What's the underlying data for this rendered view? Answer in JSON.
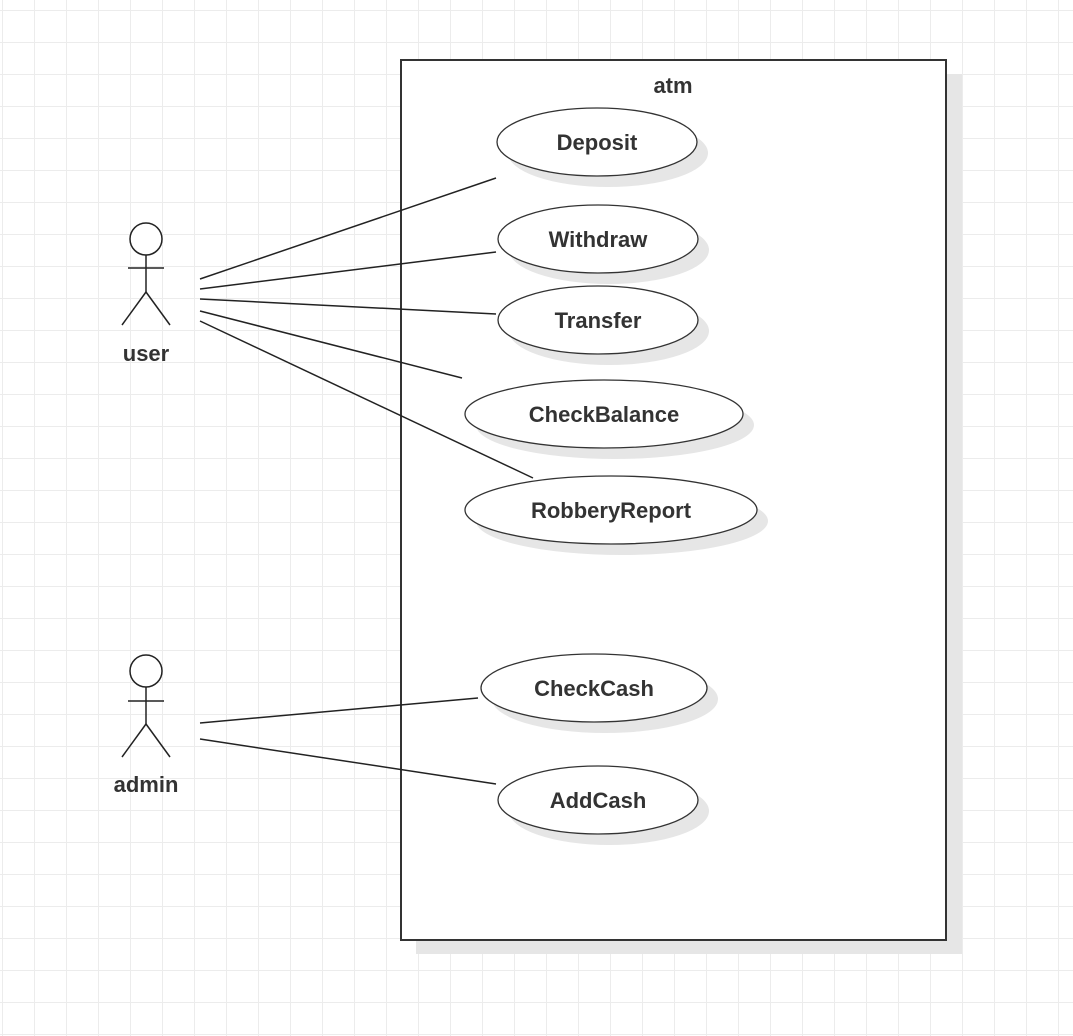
{
  "system": {
    "name": "atm"
  },
  "actors": [
    {
      "id": "user",
      "label": "user"
    },
    {
      "id": "admin",
      "label": "admin"
    }
  ],
  "use_cases": [
    {
      "id": "deposit",
      "label": "Deposit"
    },
    {
      "id": "withdraw",
      "label": "Withdraw"
    },
    {
      "id": "transfer",
      "label": "Transfer"
    },
    {
      "id": "check-balance",
      "label": "CheckBalance"
    },
    {
      "id": "robbery-report",
      "label": "RobberyReport"
    },
    {
      "id": "check-cash",
      "label": "CheckCash"
    },
    {
      "id": "add-cash",
      "label": "AddCash"
    }
  ],
  "associations": [
    {
      "from": "user",
      "to": "deposit"
    },
    {
      "from": "user",
      "to": "withdraw"
    },
    {
      "from": "user",
      "to": "transfer"
    },
    {
      "from": "user",
      "to": "check-balance"
    },
    {
      "from": "user",
      "to": "robbery-report"
    },
    {
      "from": "admin",
      "to": "check-cash"
    },
    {
      "from": "admin",
      "to": "add-cash"
    }
  ],
  "colors": {
    "stroke": "#222222",
    "text": "#333333",
    "grid": "#ececec",
    "shadow": "#e6e6e6"
  }
}
